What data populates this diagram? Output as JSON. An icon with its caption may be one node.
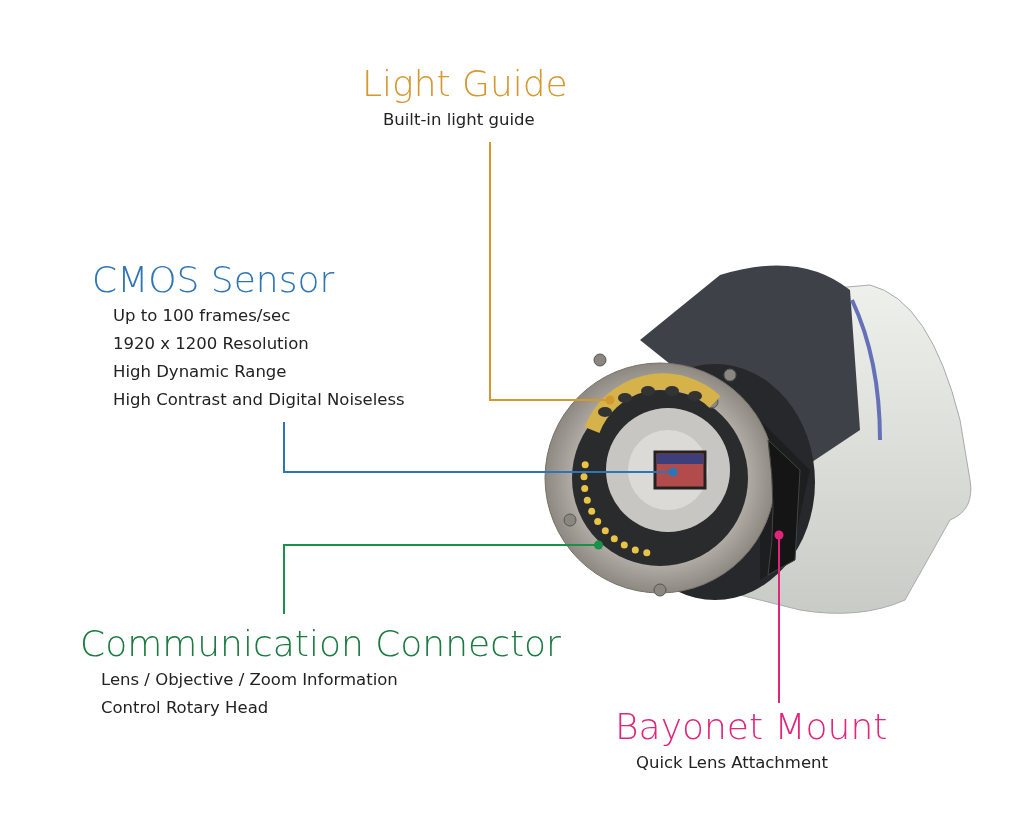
{
  "diagram": {
    "nodes": [
      {
        "text": [
          "Light Guide",
          "Built-in light guide"
        ]
      },
      {
        "text": [
          "CMOS Sensor",
          "Up to 100 frames/sec",
          "1920 x 1200 Resolution",
          "High Dynamic Range",
          "High Contrast and Digital Noiseless"
        ]
      },
      {
        "text": [
          "Communication Connector",
          "Lens / Objective / Zoom Information",
          "Control Rotary Head"
        ]
      },
      {
        "text": [
          "Bayonet Mount",
          "Quick Lens Attachment"
        ]
      },
      {
        "text": [],
        "shape": "picture"
      },
      {
        "text": [],
        "shape": "picture"
      },
      {
        "text": [],
        "shape": "picture"
      },
      {
        "text": [],
        "shape": "picture"
      }
    ],
    "edges": [
      {
        "from": 0,
        "to": 4,
        "arrow": "other",
        "color": "#d4982f"
      },
      {
        "from": 1,
        "to": 5,
        "arrow": "other",
        "color": "#2e75b6"
      },
      {
        "from": 2,
        "to": 6,
        "arrow": "other",
        "color": "#1a9048"
      },
      {
        "from": 3,
        "to": 7,
        "arrow": "other",
        "color": "#e0257a"
      }
    ]
  }
}
